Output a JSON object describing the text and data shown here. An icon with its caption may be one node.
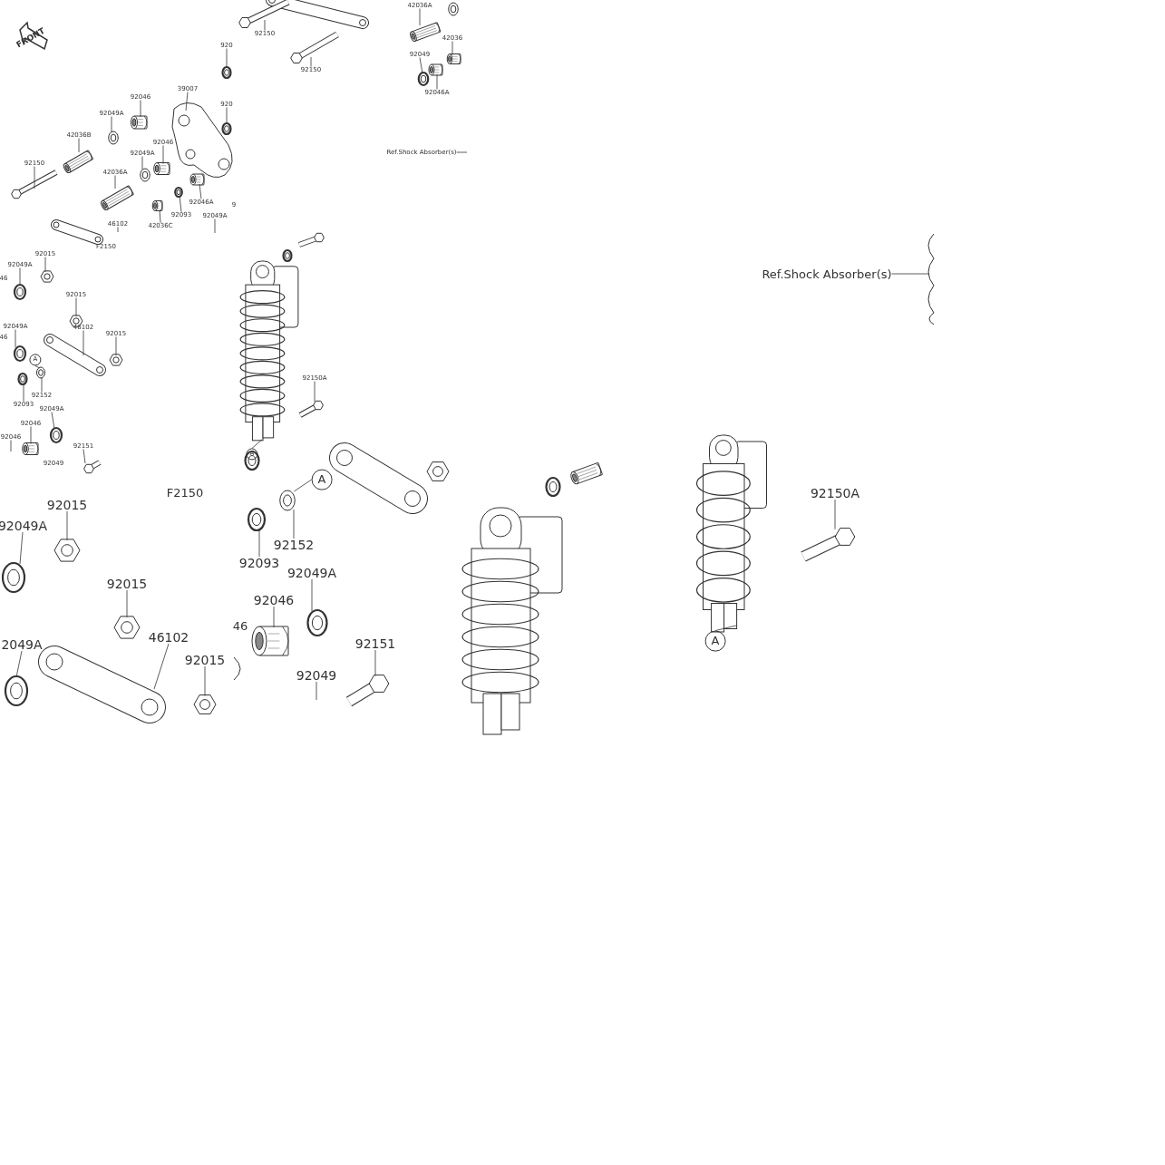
{
  "diagram": {
    "nodes": [
      {
        "text": [
          "920"
        ]
      },
      {
        "text": [
          "39007"
        ]
      },
      {
        "text": [
          "92046"
        ]
      },
      {
        "text": [
          "920"
        ]
      },
      {
        "text": [
          "92049A"
        ]
      },
      {
        "text": [
          "42036B"
        ]
      },
      {
        "text": [
          "92046"
        ]
      },
      {
        "text": [
          "92049A"
        ]
      },
      {
        "text": [
          "92150"
        ]
      },
      {
        "text": [
          "42036A"
        ]
      },
      {
        "text": [
          "92046A"
        ]
      },
      {
        "text": [
          "92093"
        ]
      },
      {
        "text": [
          "92049A"
        ]
      },
      {
        "text": [
          "42036C"
        ]
      },
      {
        "text": [
          "46102"
        ]
      },
      {
        "text": [
          "42036A"
        ]
      },
      {
        "text": [
          "92150"
        ]
      },
      {
        "text": [
          "42036"
        ]
      },
      {
        "text": [
          "92049"
        ]
      },
      {
        "text": [
          "92150"
        ]
      },
      {
        "text": [
          "92046A"
        ]
      },
      {
        "text": [
          "Ref.Shock Absorber(s)"
        ]
      },
      {
        "text": [
          "92015"
        ]
      },
      {
        "text": [
          "92049A"
        ]
      },
      {
        "text": [
          "92015"
        ]
      },
      {
        "text": [
          "92049A"
        ]
      },
      {
        "text": [
          "92015"
        ]
      },
      {
        "text": [
          "46102"
        ]
      },
      {
        "text": [
          "A"
        ]
      },
      {
        "text": [
          "92152"
        ]
      },
      {
        "text": [
          "92093"
        ]
      },
      {
        "text": [
          "92049A"
        ]
      },
      {
        "text": [
          "92046"
        ]
      },
      {
        "text": [
          "92046"
        ]
      },
      {
        "text": [
          "92151"
        ]
      },
      {
        "text": [
          "92150A"
        ]
      },
      {
        "text": [
          "A"
        ]
      },
      {
        "text": [
          "Ref.Shock Absorber(s)"
        ]
      },
      {
        "text": [
          "92015"
        ]
      },
      {
        "text": [
          "92049A"
        ]
      },
      {
        "text": [
          "92015"
        ]
      },
      {
        "text": [
          "2049A"
        ]
      },
      {
        "text": [
          "46102"
        ]
      },
      {
        "text": [
          "92015"
        ]
      },
      {
        "text": [
          "A"
        ]
      },
      {
        "text": [
          "92152"
        ]
      },
      {
        "text": [
          "92093"
        ]
      },
      {
        "text": [
          "92049A"
        ]
      },
      {
        "text": [
          "92046"
        ]
      },
      {
        "text": [
          "92151"
        ]
      },
      {
        "text": [
          "92049"
        ]
      },
      {
        "text": [
          "92150A"
        ]
      },
      {
        "text": [
          "A"
        ]
      },
      {
        "text": [],
        "shape": "picture"
      },
      {
        "text": [],
        "shape": "picture"
      },
      {
        "text": [],
        "shape": "picture"
      },
      {
        "text": [],
        "shape": "picture"
      },
      {
        "text": [],
        "shape": "picture"
      },
      {
        "text": [],
        "shape": "picture"
      },
      {
        "text": [],
        "shape": "picture"
      },
      {
        "text": [],
        "shape": "picture"
      },
      {
        "text": [],
        "shape": "picture"
      },
      {
        "text": [],
        "shape": "picture"
      },
      {
        "text": [],
        "shape": "picture"
      },
      {
        "text": [],
        "shape": "picture"
      },
      {
        "text": [],
        "shape": "picture"
      },
      {
        "text": [],
        "shape": "picture"
      },
      {
        "text": [],
        "shape": "picture"
      },
      {
        "text": [],
        "shape": "picture"
      },
      {
        "text": [],
        "shape": "picture"
      },
      {
        "text": [],
        "shape": "picture"
      },
      {
        "text": [],
        "shape": "picture"
      },
      {
        "text": [],
        "shape": "picture"
      },
      {
        "text": [],
        "shape": "picture"
      },
      {
        "text": [],
        "shape": "picture"
      },
      {
        "text": [],
        "shape": "picture"
      },
      {
        "text": [],
        "shape": "picture"
      },
      {
        "text": [],
        "shape": "picture"
      },
      {
        "text": [],
        "shape": "picture"
      },
      {
        "text": [],
        "shape": "picture"
      },
      {
        "text": [],
        "shape": "picture"
      },
      {
        "text": [],
        "shape": "picture"
      },
      {
        "text": [],
        "shape": "picture"
      },
      {
        "text": [],
        "shape": "picture"
      },
      {
        "text": [],
        "shape": "picture"
      },
      {
        "text": [],
        "shape": "picture"
      },
      {
        "text": [],
        "shape": "picture"
      },
      {
        "text": [],
        "shape": "picture"
      },
      {
        "text": [],
        "shape": "picture"
      },
      {
        "text": [],
        "shape": "picture"
      },
      {
        "text": [],
        "shape": "picture"
      },
      {
        "text": [],
        "shape": "picture"
      },
      {
        "text": [],
        "shape": "picture"
      },
      {
        "text": [],
        "shape": "picture"
      },
      {
        "text": [],
        "shape": "picture"
      },
      {
        "text": [],
        "shape": "picture"
      },
      {
        "text": [],
        "shape": "picture"
      },
      {
        "text": [],
        "shape": "picture"
      },
      {
        "text": [],
        "shape": "picture"
      }
    ],
    "edges": [
      {
        "from": 0,
        "to": 53,
        "arrow": "none"
      },
      {
        "from": 1,
        "to": 54,
        "arrow": "none"
      },
      {
        "from": 2,
        "to": 55,
        "arrow": "none"
      },
      {
        "from": 3,
        "to": 56,
        "arrow": "none"
      },
      {
        "from": 4,
        "to": 57,
        "arrow": "none"
      },
      {
        "from": 5,
        "to": 58,
        "arrow": "none"
      },
      {
        "from": 6,
        "to": 59,
        "arrow": "none"
      },
      {
        "from": 7,
        "to": 60,
        "arrow": "none"
      },
      {
        "from": 8,
        "to": 61,
        "arrow": "none"
      },
      {
        "from": 9,
        "to": 62,
        "arrow": "none"
      },
      {
        "from": 10,
        "to": 63,
        "arrow": "none"
      },
      {
        "from": 11,
        "to": 64,
        "arrow": "none"
      },
      {
        "from": 12,
        "to": null,
        "arrow": "none"
      },
      {
        "from": 13,
        "to": 65,
        "arrow": "none"
      },
      {
        "from": 14,
        "to": null,
        "arrow": "none"
      },
      {
        "from": 15,
        "to": 66,
        "arrow": "none"
      },
      {
        "from": 16,
        "to": 67,
        "arrow": "none"
      },
      {
        "from": 17,
        "to": 68,
        "arrow": "none"
      },
      {
        "from": 18,
        "to": 69,
        "arrow": "none"
      },
      {
        "from": 19,
        "to": 70,
        "arrow": "none"
      },
      {
        "from": 20,
        "to": 71,
        "arrow": "none"
      },
      {
        "from": 21,
        "to": null,
        "arrow": "none"
      },
      {
        "from": 22,
        "to": 72,
        "arrow": "none"
      },
      {
        "from": 23,
        "to": 73,
        "arrow": "none"
      },
      {
        "from": 24,
        "to": 74,
        "arrow": "none"
      },
      {
        "from": 25,
        "to": 75,
        "arrow": "none"
      },
      {
        "from": 26,
        "to": 76,
        "arrow": "none"
      },
      {
        "from": 27,
        "to": 77,
        "arrow": "none"
      },
      {
        "from": 28,
        "to": 78,
        "arrow": "none"
      },
      {
        "from": 29,
        "to": 78,
        "arrow": "none"
      },
      {
        "from": 30,
        "to": 79,
        "arrow": "none"
      },
      {
        "from": 31,
        "to": 80,
        "arrow": "none"
      },
      {
        "from": 32,
        "to": 81,
        "arrow": "none"
      },
      {
        "from": 33,
        "to": null,
        "arrow": "none"
      },
      {
        "from": 34,
        "to": 82,
        "arrow": "none"
      },
      {
        "from": 35,
        "to": 83,
        "arrow": "none"
      },
      {
        "from": 36,
        "to": 84,
        "arrow": "none"
      },
      {
        "from": 37,
        "to": 85,
        "arrow": "none"
      },
      {
        "from": 38,
        "to": 86,
        "arrow": "none"
      },
      {
        "from": 39,
        "to": 87,
        "arrow": "none"
      },
      {
        "from": 40,
        "to": 88,
        "arrow": "none"
      },
      {
        "from": 41,
        "to": 89,
        "arrow": "none"
      },
      {
        "from": 42,
        "to": 90,
        "arrow": "none"
      },
      {
        "from": 43,
        "to": 91,
        "arrow": "none"
      },
      {
        "from": 44,
        "to": 92,
        "arrow": "none"
      },
      {
        "from": 45,
        "to": 92,
        "arrow": "none"
      },
      {
        "from": 46,
        "to": 93,
        "arrow": "none"
      },
      {
        "from": 47,
        "to": 94,
        "arrow": "none"
      },
      {
        "from": 48,
        "to": 95,
        "arrow": "none"
      },
      {
        "from": 49,
        "to": 96,
        "arrow": "none"
      },
      {
        "from": 50,
        "to": null,
        "arrow": "none"
      },
      {
        "from": 51,
        "to": 97,
        "arrow": "none"
      },
      {
        "from": 52,
        "to": 98,
        "arrow": "none"
      }
    ],
    "labels": [
      "FRONT",
      "9",
      "F2150",
      "46",
      "46",
      "92049",
      "F2150",
      "46"
    ]
  }
}
